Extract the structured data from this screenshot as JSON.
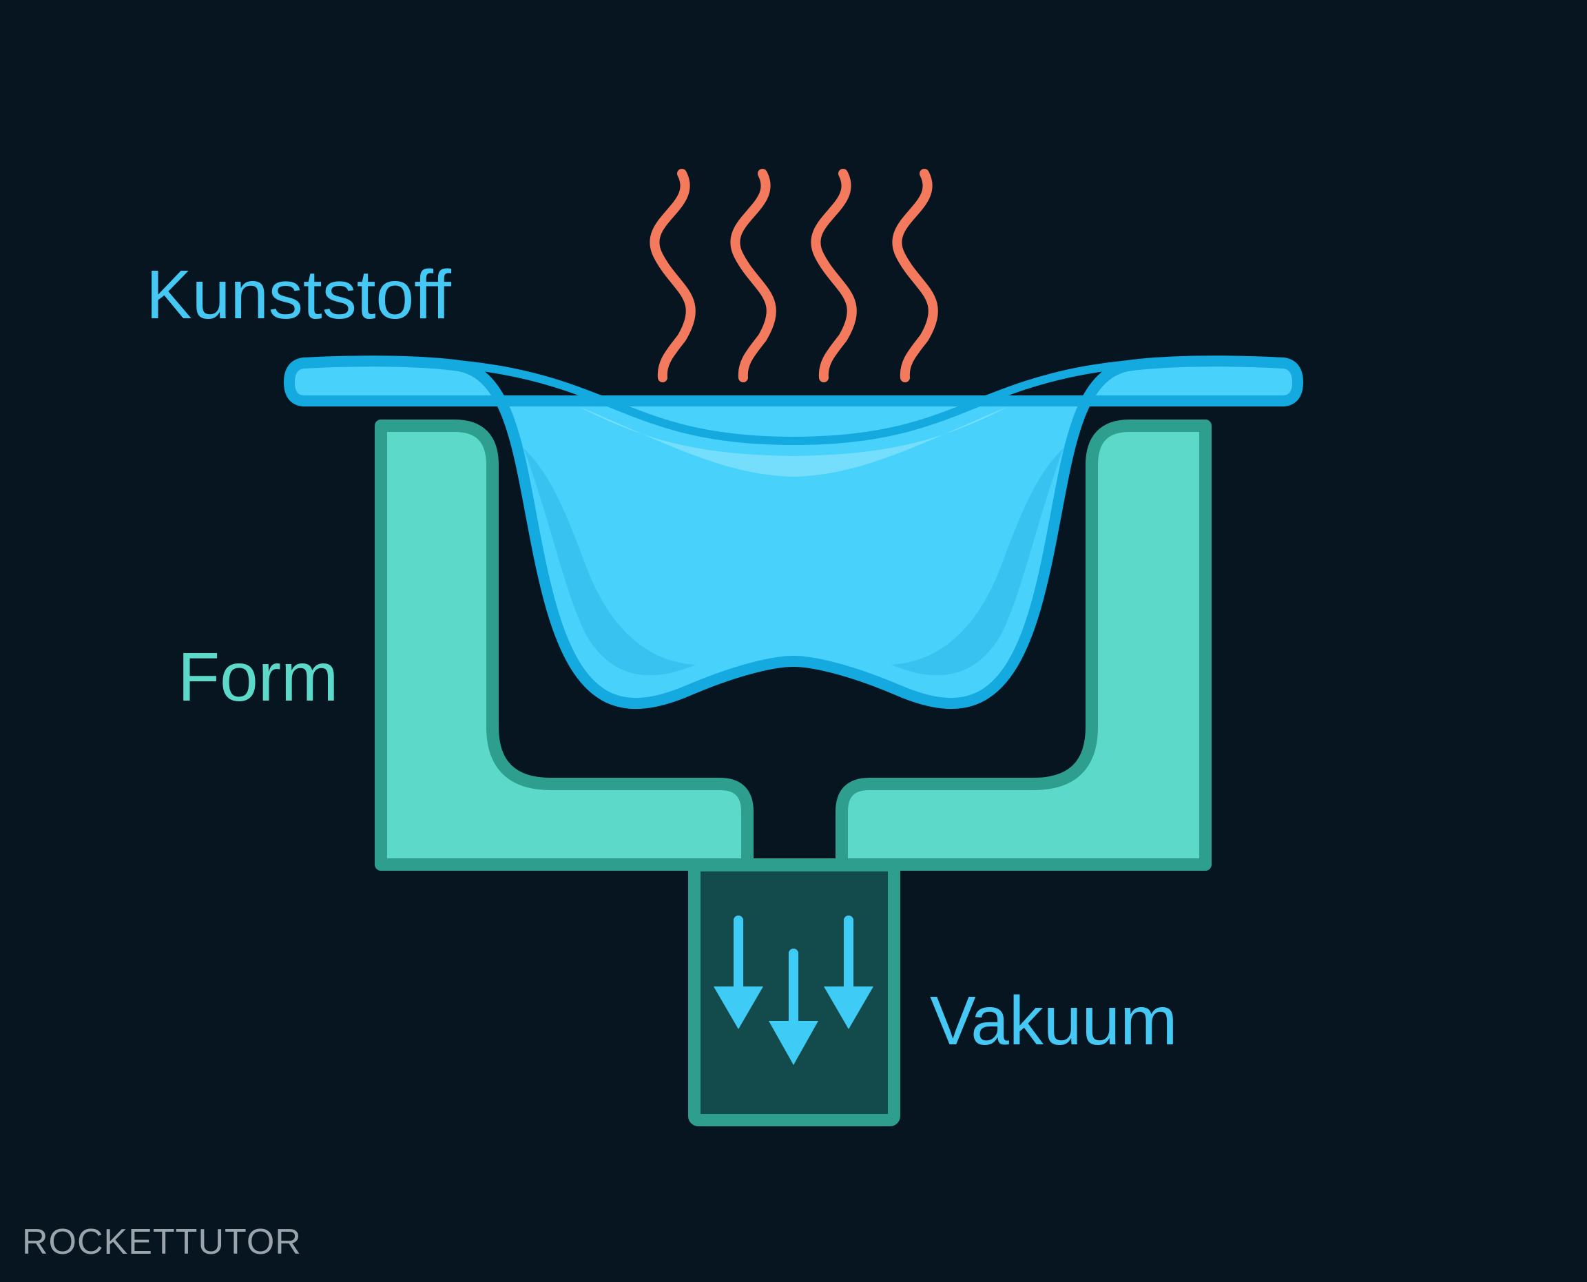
{
  "labels": {
    "plastic": "Kunststoff",
    "mold": "Form",
    "vacuum": "Vakuum"
  },
  "watermark": {
    "text": "ROCKETTUTOR"
  },
  "heat_indicator": {
    "wave_count": 4,
    "color": "#F47A5E"
  },
  "vacuum_indicator": {
    "arrow_count": 3,
    "color": "#3ECBF5"
  },
  "colors": {
    "background": "#071521",
    "plastic_fill": "#48D1FB",
    "plastic_outline": "#14A9DF",
    "plastic_highlight": "#7FE0FD",
    "mold_fill": "#5CD9C8",
    "mold_outline": "#2E9E8E",
    "vacuum_channel_fill": "#134A4C",
    "plastic_label": "#45C8F4",
    "mold_label": "#5CD9C8",
    "vacuum_label": "#45C8F4",
    "watermark_main": "#9AA4AD",
    "watermark_accent": "#2B7FC2"
  }
}
